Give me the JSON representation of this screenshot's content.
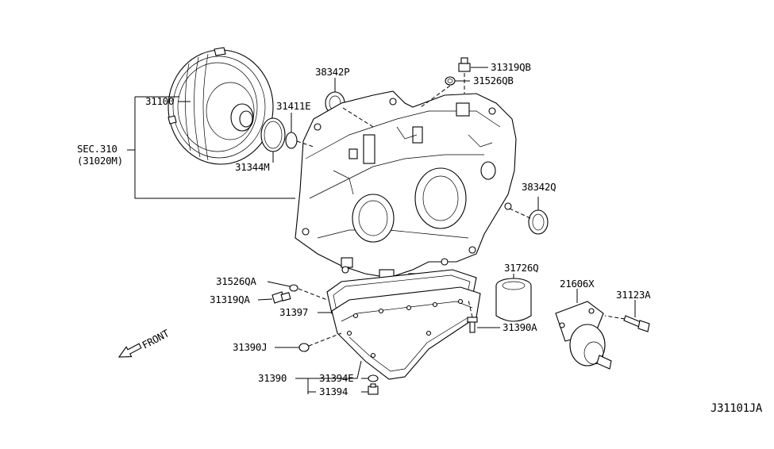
{
  "diagram_id": "J31101JA",
  "front_label": "FRONT",
  "labels": {
    "p31100": "31100",
    "sec310": "SEC.310",
    "p31020m": "(31020M)",
    "p31344m": "31344M",
    "p31411e": "31411E",
    "p38342p": "38342P",
    "p31319qb": "31319QB",
    "p31526qb": "31526QB",
    "p38342q": "38342Q",
    "p31526qa": "31526QA",
    "p31319qa": "31319QA",
    "p31397": "31397",
    "p31390j": "31390J",
    "p31390": "31390",
    "p31394e": "31394E",
    "p31394": "31394",
    "p31726q": "31726Q",
    "p21606x": "21606X",
    "p31123a": "31123A",
    "p31390a": "31390A"
  }
}
